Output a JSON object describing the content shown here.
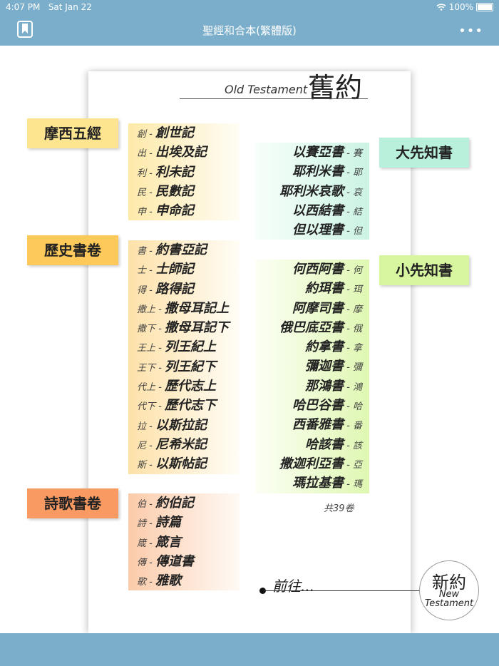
{
  "status": {
    "time": "4:07 PM",
    "date": "Sat Jan 22",
    "battery": "100%"
  },
  "nav": {
    "title": "聖經和合本(繁體版)",
    "more": "•••"
  },
  "header": {
    "ot_en": "Old Testament",
    "ot_zh": "舊約"
  },
  "groups": {
    "moses": "摩西五經",
    "history": "歷史書卷",
    "poetry": "詩歌書卷",
    "major": "大先知書",
    "minor": "小先知書"
  },
  "moses_books": [
    {
      "abbr": "創",
      "name": "創世記"
    },
    {
      "abbr": "出",
      "name": "出埃及記"
    },
    {
      "abbr": "利",
      "name": "利未記"
    },
    {
      "abbr": "民",
      "name": "民數記"
    },
    {
      "abbr": "申",
      "name": "申命記"
    }
  ],
  "history_books": [
    {
      "abbr": "書",
      "name": "約書亞記"
    },
    {
      "abbr": "士",
      "name": "士師記"
    },
    {
      "abbr": "得",
      "name": "路得記"
    },
    {
      "abbr": "撒上",
      "name": "撒母耳記上"
    },
    {
      "abbr": "撒下",
      "name": "撒母耳記下"
    },
    {
      "abbr": "王上",
      "name": "列王紀上"
    },
    {
      "abbr": "王下",
      "name": "列王紀下"
    },
    {
      "abbr": "代上",
      "name": "歷代志上"
    },
    {
      "abbr": "代下",
      "name": "歷代志下"
    },
    {
      "abbr": "拉",
      "name": "以斯拉記"
    },
    {
      "abbr": "尼",
      "name": "尼希米記"
    },
    {
      "abbr": "斯",
      "name": "以斯帖記"
    }
  ],
  "poetry_books": [
    {
      "abbr": "伯",
      "name": "約伯記"
    },
    {
      "abbr": "詩",
      "name": "詩篇"
    },
    {
      "abbr": "箴",
      "name": "箴言"
    },
    {
      "abbr": "傳",
      "name": "傳道書"
    },
    {
      "abbr": "歌",
      "name": "雅歌"
    }
  ],
  "major_books": [
    {
      "abbr": "賽",
      "name": "以賽亞書"
    },
    {
      "abbr": "耶",
      "name": "耶利米書"
    },
    {
      "abbr": "哀",
      "name": "耶利米哀歌"
    },
    {
      "abbr": "結",
      "name": "以西結書"
    },
    {
      "abbr": "但",
      "name": "但以理書"
    }
  ],
  "minor_books": [
    {
      "abbr": "何",
      "name": "何西阿書"
    },
    {
      "abbr": "珥",
      "name": "約珥書"
    },
    {
      "abbr": "摩",
      "name": "阿摩司書"
    },
    {
      "abbr": "俄",
      "name": "俄巴底亞書"
    },
    {
      "abbr": "拿",
      "name": "約拿書"
    },
    {
      "abbr": "彌",
      "name": "彌迦書"
    },
    {
      "abbr": "鴻",
      "name": "那鴻書"
    },
    {
      "abbr": "哈",
      "name": "哈巴谷書"
    },
    {
      "abbr": "番",
      "name": "西番雅書"
    },
    {
      "abbr": "該",
      "name": "哈該書"
    },
    {
      "abbr": "亞",
      "name": "撒迦利亞書"
    },
    {
      "abbr": "瑪",
      "name": "瑪拉基書"
    }
  ],
  "total": "共39卷",
  "goto": "前往...",
  "nt": {
    "zh": "新約",
    "en_line1": "New",
    "en_line2": "Testament"
  },
  "colors": {
    "bar": "#7aaecb",
    "moses_tag": "#fde58f",
    "history_tag": "#fcc95a",
    "poetry_tag": "#f99a62",
    "major_tag": "#b8f0dc",
    "minor_tag": "#d8f5a0"
  }
}
